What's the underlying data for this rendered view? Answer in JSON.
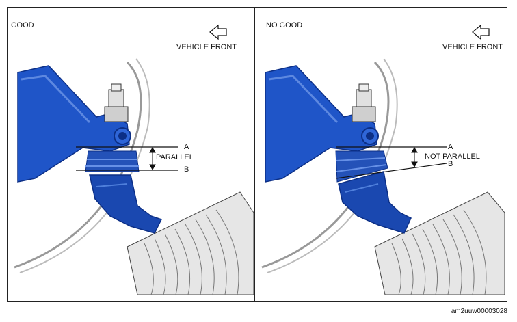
{
  "left_panel": {
    "status": "GOOD",
    "direction_label": "VEHICLE FRONT",
    "line_a_label": "A",
    "line_b_label": "B",
    "relation_label": "PARALLEL"
  },
  "right_panel": {
    "status": "NO GOOD",
    "direction_label": "VEHICLE FRONT",
    "line_a_label": "A",
    "line_b_label": "B",
    "relation_label": "NOT PARALLEL"
  },
  "image_code": "am2uuw00003028",
  "colors": {
    "arm_blue": "#1f55c8",
    "arm_dark": "#0c2f86",
    "tire_gray": "#d6d6d6",
    "outline": "#222222"
  }
}
